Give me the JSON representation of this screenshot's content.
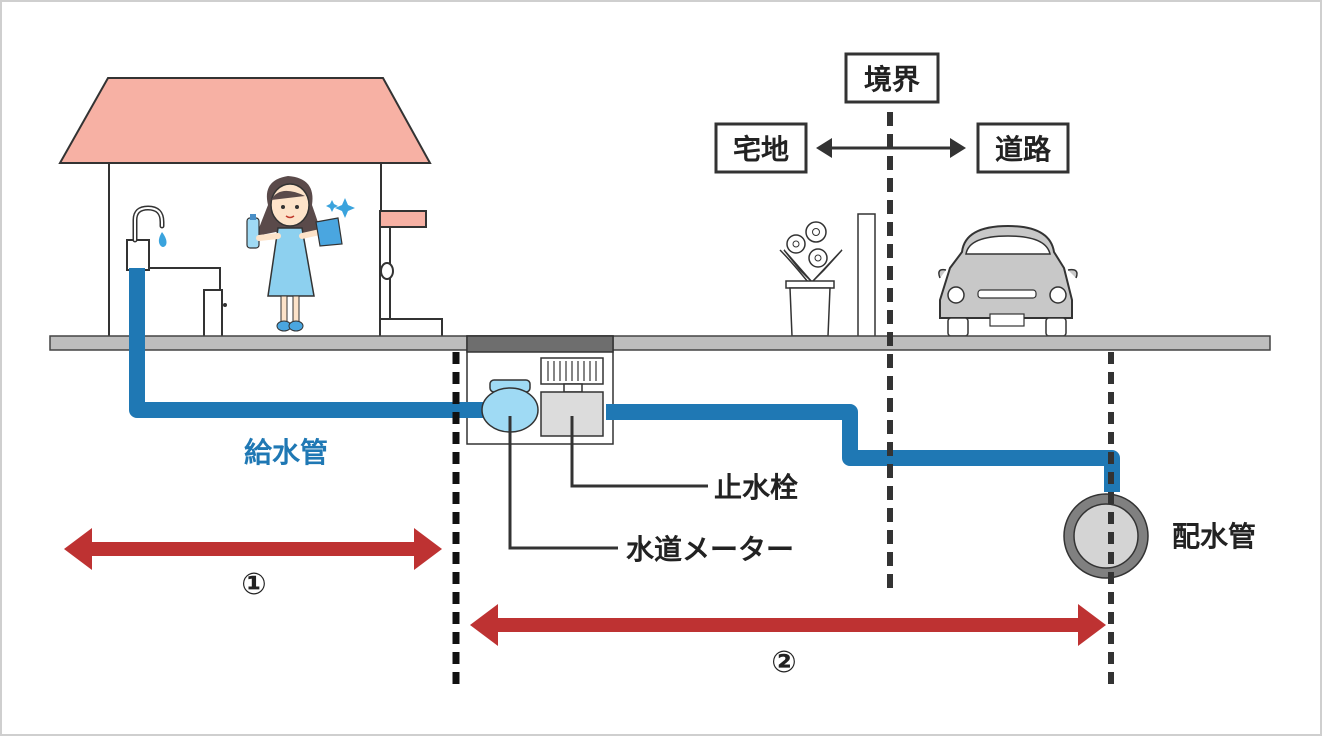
{
  "labels": {
    "boundary": "境界",
    "private_land": "宅地",
    "road": "道路",
    "supply_pipe": "給水管",
    "stop_valve": "止水栓",
    "water_meter": "水道メーター",
    "distribution_main": "配水管",
    "section_1": "①",
    "section_2": "②"
  },
  "colors": {
    "water_pipe": "#1f78b4",
    "section_arrow": "#be3232",
    "roof": "#f7b1a4",
    "ground": "#bdbdbd",
    "meter": "#9fdaf4",
    "valve": "#dcdcdc",
    "main_pipe_ring": "#808080",
    "main_pipe_core": "#d4d4d4",
    "text_dark": "#222222",
    "text_blue": "#1f78b4"
  },
  "icons": {
    "house": "house-icon",
    "faucet": "faucet-icon",
    "woman": "woman-cleaning-icon",
    "flower_pot": "flower-pot-icon",
    "car": "car-icon",
    "meter": "water-meter-icon",
    "valve": "stop-valve-icon"
  }
}
